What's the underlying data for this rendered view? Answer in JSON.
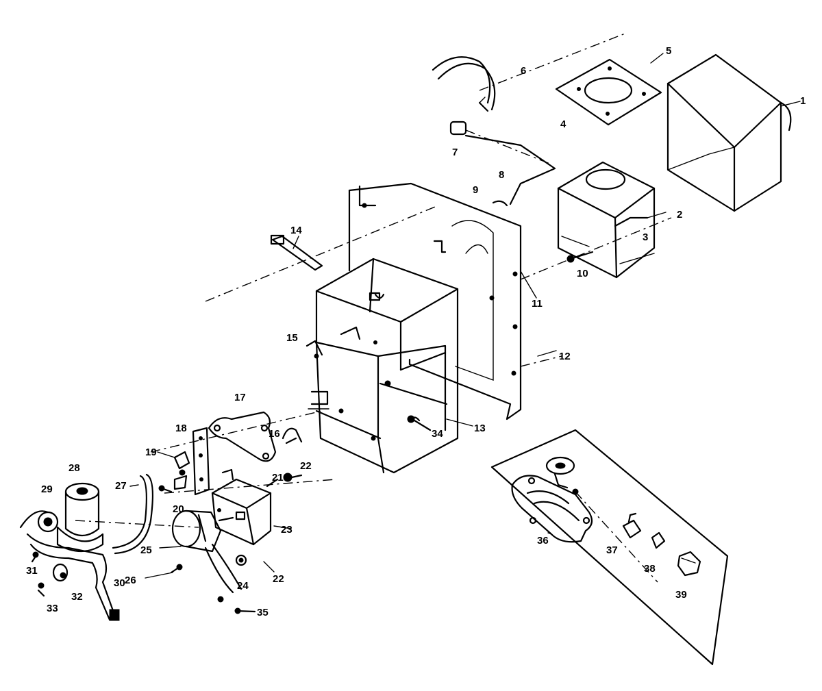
{
  "callouts": [
    {
      "id": "c1",
      "text": "1"
    },
    {
      "id": "c2",
      "text": "2"
    },
    {
      "id": "c3",
      "text": "3"
    },
    {
      "id": "c4",
      "text": "4"
    },
    {
      "id": "c5",
      "text": "5"
    },
    {
      "id": "c6",
      "text": "6"
    },
    {
      "id": "c7",
      "text": "7"
    },
    {
      "id": "c8",
      "text": "8"
    },
    {
      "id": "c9",
      "text": "9"
    },
    {
      "id": "c10",
      "text": "10"
    },
    {
      "id": "c11",
      "text": "11"
    },
    {
      "id": "c12",
      "text": "12"
    },
    {
      "id": "c13",
      "text": "13"
    },
    {
      "id": "c14",
      "text": "14"
    },
    {
      "id": "c15",
      "text": "15"
    },
    {
      "id": "c16",
      "text": "16"
    },
    {
      "id": "c17",
      "text": "17"
    },
    {
      "id": "c18",
      "text": "18"
    },
    {
      "id": "c19",
      "text": "19"
    },
    {
      "id": "c20",
      "text": "20"
    },
    {
      "id": "c21",
      "text": "21"
    },
    {
      "id": "c22a",
      "text": "22"
    },
    {
      "id": "c22b",
      "text": "22"
    },
    {
      "id": "c23",
      "text": "23"
    },
    {
      "id": "c24",
      "text": "24"
    },
    {
      "id": "c25",
      "text": "25"
    },
    {
      "id": "c26",
      "text": "26"
    },
    {
      "id": "c27",
      "text": "27"
    },
    {
      "id": "c28",
      "text": "28"
    },
    {
      "id": "c29",
      "text": "29"
    },
    {
      "id": "c30",
      "text": "30"
    },
    {
      "id": "c31",
      "text": "31"
    },
    {
      "id": "c32",
      "text": "32"
    },
    {
      "id": "c33",
      "text": "33"
    },
    {
      "id": "c34",
      "text": "34"
    },
    {
      "id": "c35",
      "text": "35"
    },
    {
      "id": "c36",
      "text": "36"
    },
    {
      "id": "c37",
      "text": "37"
    },
    {
      "id": "c38",
      "text": "38"
    },
    {
      "id": "c39",
      "text": "39"
    }
  ]
}
